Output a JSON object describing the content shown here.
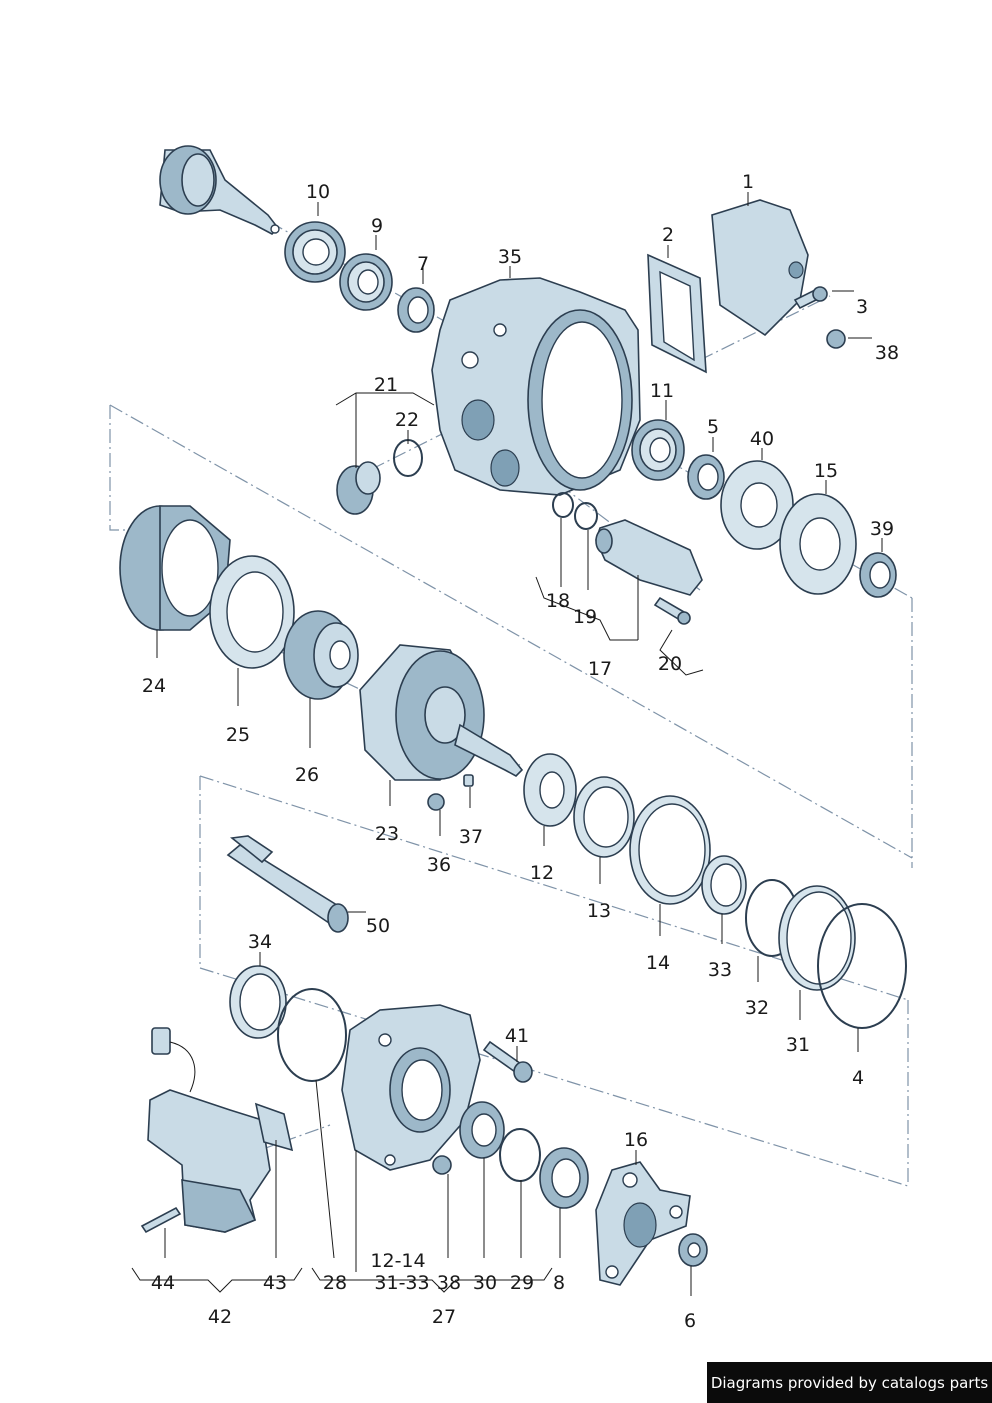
{
  "labels": {
    "p1": "1",
    "p2": "2",
    "p3": "3",
    "p4": "4",
    "p5": "5",
    "p6": "6",
    "p7": "7",
    "p8": "8",
    "p9": "9",
    "p10": "10",
    "p11": "11",
    "p12": "12",
    "p13": "13",
    "p14": "14",
    "p15": "15",
    "p16": "16",
    "p17": "17",
    "p18": "18",
    "p19": "19",
    "p20": "20",
    "p21": "21",
    "p22": "22",
    "p23": "23",
    "p24": "24",
    "p25": "25",
    "p26": "26",
    "p27": "27",
    "p28": "28",
    "p29": "29",
    "p30": "30",
    "p31": "31",
    "p32": "32",
    "p33": "33",
    "p34": "34",
    "p35": "35",
    "p36": "36",
    "p37": "37",
    "p38a": "38",
    "p38b": "38",
    "p39": "39",
    "p40": "40",
    "p41": "41",
    "p42": "42",
    "p43": "43",
    "p44": "44",
    "p50": "50",
    "g1214": "12-14",
    "g3133": "31-33"
  },
  "credit": "Diagrams provided by catalogs parts",
  "colors": {
    "part_fill": "#c9dbe6",
    "outline": "#2c3e50",
    "centerline": "#7f93a8",
    "credit_bg": "#0b0b0b"
  }
}
